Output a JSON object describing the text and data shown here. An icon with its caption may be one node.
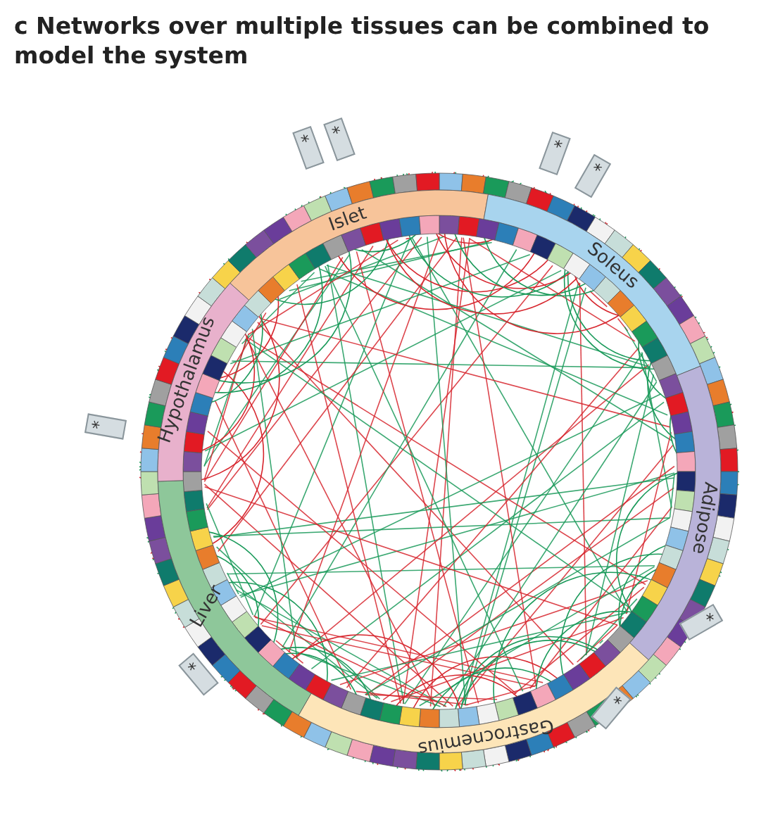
{
  "diagram": {
    "title": "c Networks over multiple tissues can be combined to model the system",
    "labels": [
      "*",
      "*",
      "*",
      "*",
      "Islet",
      "Soleus",
      "Hypothalamus",
      "*",
      "Liver",
      "Adipose",
      "*",
      "*",
      "Gastrocnemius",
      "*"
    ]
  }
}
